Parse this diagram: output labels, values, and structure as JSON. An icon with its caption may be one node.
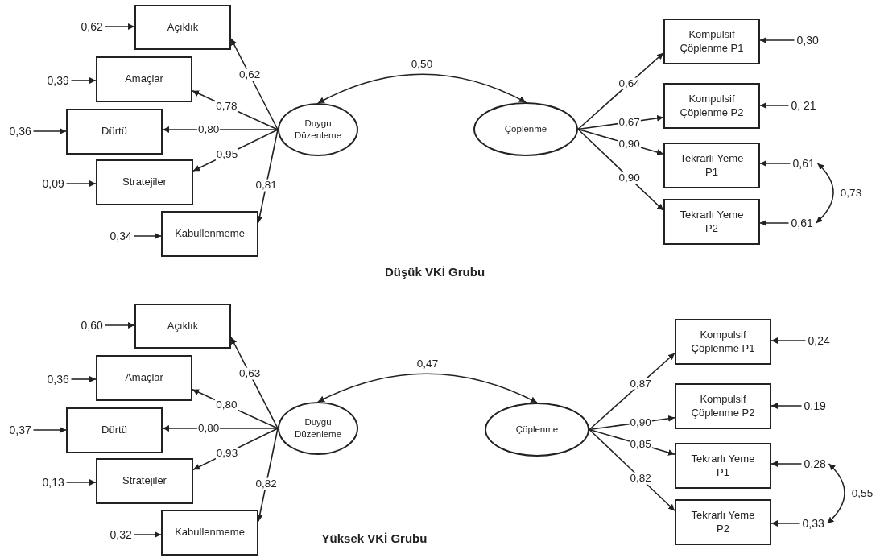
{
  "diagram": {
    "nodes": [
      {
        "text": [
          "Duygu Düzenleme"
        ]
      },
      {
        "text": [
          "Çöplenme"
        ]
      },
      {
        "text": [
          "Açıklık"
        ]
      },
      {
        "text": [
          "Amaçlar"
        ]
      },
      {
        "text": [
          "Dürtü"
        ]
      },
      {
        "text": [
          "Stratejiler"
        ]
      },
      {
        "text": [
          "Kabullenmeme"
        ]
      },
      {
        "text": [
          "Kompulsif Çöplenme P1"
        ]
      },
      {
        "text": [
          "Kompulsif Çöplenme P2"
        ]
      },
      {
        "text": [
          "Tekrarlı Yeme P1"
        ]
      },
      {
        "text": [
          "Tekrarlı Yeme P2"
        ]
      },
      {
        "text": [
          "0,62"
        ]
      },
      {
        "text": [
          "0,39"
        ]
      },
      {
        "text": [
          "0,36"
        ]
      },
      {
        "text": [
          "0,09"
        ]
      },
      {
        "text": [
          "0,34"
        ]
      },
      {
        "text": [
          "0,30"
        ]
      },
      {
        "text": [
          "0, 21"
        ]
      },
      {
        "text": [
          "0,61"
        ]
      },
      {
        "text": [
          "0,61"
        ]
      },
      {
        "text": [
          "Duygu Düzenleme"
        ]
      },
      {
        "text": [
          "Çöplenme"
        ]
      },
      {
        "text": [
          "Açıklık"
        ]
      },
      {
        "text": [
          "Amaçlar"
        ]
      },
      {
        "text": [
          "Dürtü"
        ]
      },
      {
        "text": [
          "Stratejiler"
        ]
      },
      {
        "text": [
          "Kabullenmeme"
        ]
      },
      {
        "text": [
          "Kompulsif Çöplenme P1"
        ]
      },
      {
        "text": [
          "Kompulsif Çöplenme P2"
        ]
      },
      {
        "text": [
          "Tekrarlı Yeme P1"
        ]
      },
      {
        "text": [
          "Tekrarlı Yeme P2"
        ]
      },
      {
        "text": [
          "0,60"
        ]
      },
      {
        "text": [
          "0,36"
        ]
      },
      {
        "text": [
          "0,37"
        ]
      },
      {
        "text": [
          "0,13"
        ]
      },
      {
        "text": [
          "0,32"
        ]
      },
      {
        "text": [
          "0,24"
        ]
      },
      {
        "text": [
          "0,19"
        ]
      },
      {
        "text": [
          "0,28"
        ]
      },
      {
        "text": [
          "0,33"
        ]
      }
    ],
    "edges": [
      {
        "from": 0,
        "to": 2,
        "arrow": "to",
        "label": "0,62"
      },
      {
        "from": 0,
        "to": 3,
        "arrow": "to",
        "label": "0,78"
      },
      {
        "from": 0,
        "to": 4,
        "arrow": "to",
        "label": "0,80"
      },
      {
        "from": 0,
        "to": 5,
        "arrow": "to",
        "label": "0,95"
      },
      {
        "from": 0,
        "to": 6,
        "arrow": "to",
        "label": "0,81"
      },
      {
        "from": 1,
        "to": 7,
        "arrow": "to",
        "label": "0,64"
      },
      {
        "from": 1,
        "to": 8,
        "arrow": "to",
        "label": "0,67"
      },
      {
        "from": 1,
        "to": 9,
        "arrow": "to",
        "label": "0,90"
      },
      {
        "from": 1,
        "to": 10,
        "arrow": "to",
        "label": "0,90"
      },
      {
        "from": 11,
        "to": 2,
        "arrow": "to"
      },
      {
        "from": 12,
        "to": 3,
        "arrow": "to"
      },
      {
        "from": 13,
        "to": 4,
        "arrow": "to"
      },
      {
        "from": 14,
        "to": 5,
        "arrow": "to"
      },
      {
        "from": 15,
        "to": 6,
        "arrow": "to"
      },
      {
        "from": 16,
        "to": 7,
        "arrow": "to"
      },
      {
        "from": 17,
        "to": 8,
        "arrow": "to"
      },
      {
        "from": 18,
        "to": 9,
        "arrow": "to"
      },
      {
        "from": 19,
        "to": 10,
        "arrow": "to"
      },
      {
        "from": 0,
        "to": 1,
        "arrow": "both",
        "label": "0,50"
      },
      {
        "from": 18,
        "to": 19,
        "arrow": "both",
        "label": "0,73"
      },
      {
        "from": 20,
        "to": 22,
        "arrow": "to",
        "label": "0,63"
      },
      {
        "from": 20,
        "to": 23,
        "arrow": "to",
        "label": "0,80"
      },
      {
        "from": 20,
        "to": 24,
        "arrow": "to",
        "label": "0,80"
      },
      {
        "from": 20,
        "to": 25,
        "arrow": "to",
        "label": "0,93"
      },
      {
        "from": 20,
        "to": 26,
        "arrow": "to",
        "label": "0,82"
      },
      {
        "from": 21,
        "to": 27,
        "arrow": "to",
        "label": "0,87"
      },
      {
        "from": 21,
        "to": 28,
        "arrow": "to",
        "label": "0,90"
      },
      {
        "from": 21,
        "to": 29,
        "arrow": "to",
        "label": "0,85"
      },
      {
        "from": 21,
        "to": 30,
        "arrow": "to",
        "label": "0,82"
      },
      {
        "from": 31,
        "to": 22,
        "arrow": "to"
      },
      {
        "from": 32,
        "to": 23,
        "arrow": "to"
      },
      {
        "from": 33,
        "to": 24,
        "arrow": "to"
      },
      {
        "from": 34,
        "to": 25,
        "arrow": "to"
      },
      {
        "from": 35,
        "to": 26,
        "arrow": "to"
      },
      {
        "from": 36,
        "to": 27,
        "arrow": "to"
      },
      {
        "from": 37,
        "to": 28,
        "arrow": "to"
      },
      {
        "from": 38,
        "to": 29,
        "arrow": "to"
      },
      {
        "from": 39,
        "to": 30,
        "arrow": "to"
      },
      {
        "from": 20,
        "to": 21,
        "arrow": "both",
        "label": "0,47"
      },
      {
        "from": 38,
        "to": 39,
        "arrow": "both",
        "label": "0,55"
      }
    ],
    "labels": [
      "Düşük VKİ Grubu",
      "Yüksek VKİ Grubu"
    ]
  }
}
